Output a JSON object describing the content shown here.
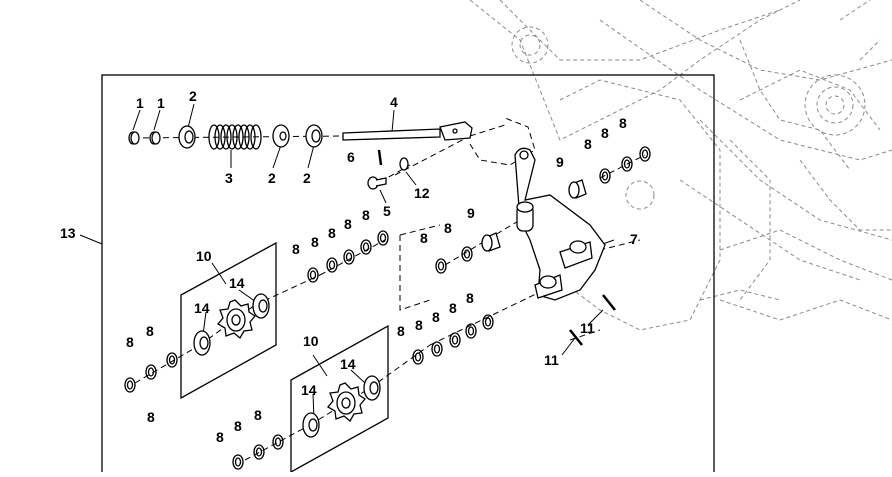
{
  "diagram": {
    "callouts": {
      "c1a": "1",
      "c1b": "1",
      "c2a": "2",
      "c2b": "2",
      "c2c": "2",
      "c3": "3",
      "c4": "4",
      "c5": "5",
      "c6": "6",
      "c7": "7",
      "c8_a1": "8",
      "c8_a2": "8",
      "c8_a3": "8",
      "c8_b1": "8",
      "c8_b2": "8",
      "c8_b3": "8",
      "c8_b4": "8",
      "c8_b5": "8",
      "c8_c1": "8",
      "c8_c2": "8",
      "c8_d1": "8",
      "c8_d2": "8",
      "c8_d3": "8",
      "c8_d4": "8",
      "c8_d5": "8",
      "c8_e1": "8",
      "c8_e2": "8",
      "c8_e3": "8",
      "c8_f1": "8",
      "c8_f2": "8",
      "c8_f3": "8",
      "c9a": "9",
      "c9b": "9",
      "c10a": "10",
      "c10b": "10",
      "c11a": "11",
      "c11b": "11",
      "c12": "12",
      "c13": "13",
      "c14a": "14",
      "c14b": "14",
      "c14c": "14",
      "c14d": "14"
    }
  }
}
